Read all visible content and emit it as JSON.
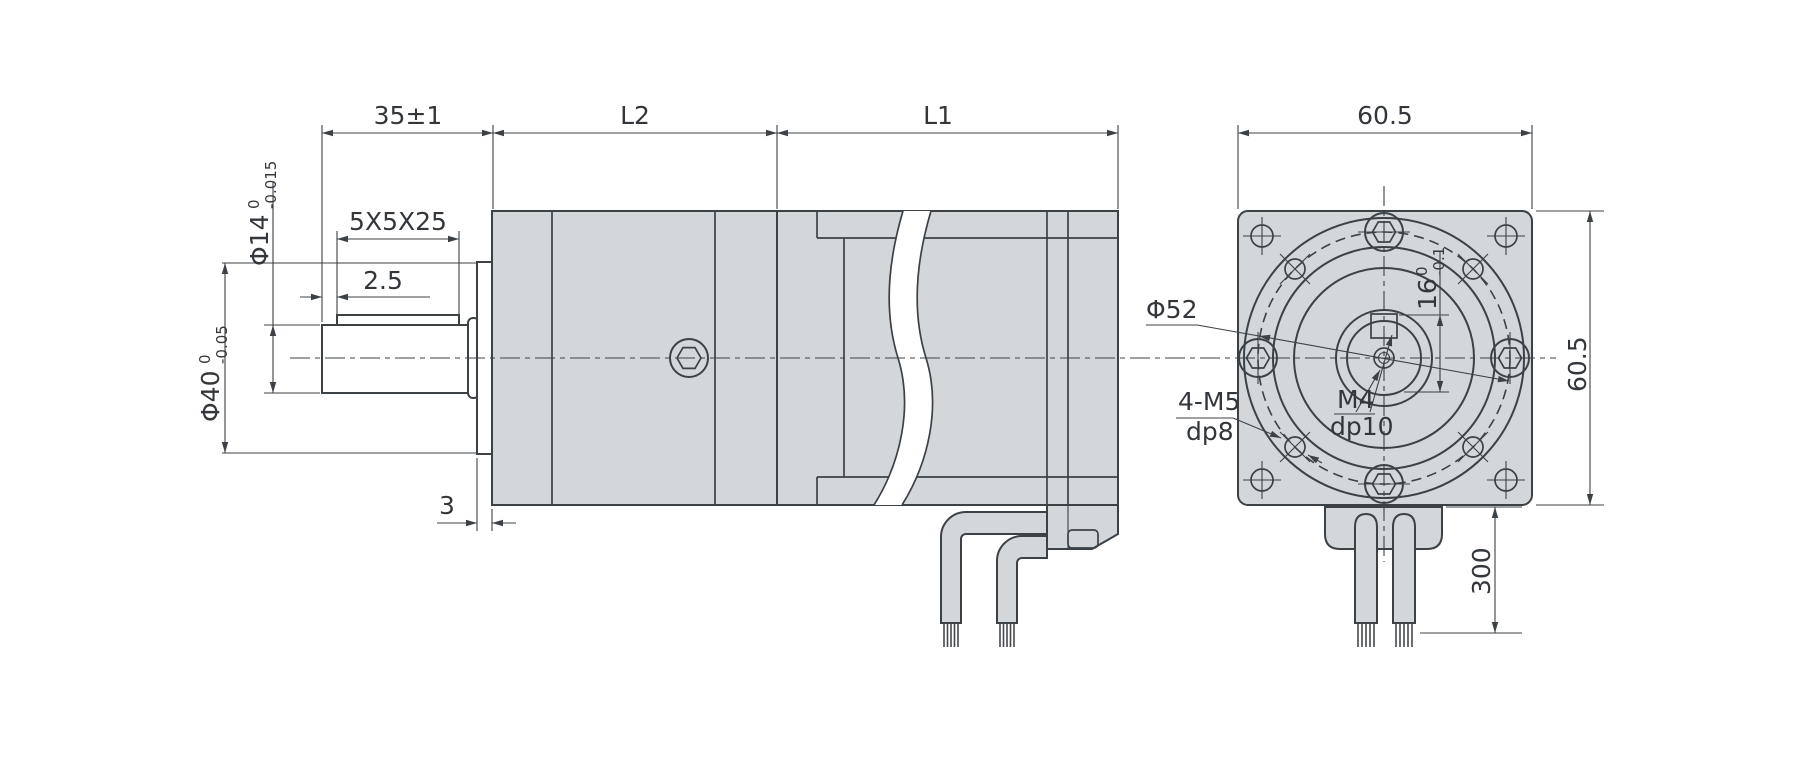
{
  "drawing": {
    "title": "gearmotor-dimension-drawing",
    "colors": {
      "body_fill": "#d4d7d9",
      "line": "#3c4146",
      "background": "#ffffff"
    },
    "side_view": {
      "dims": {
        "shaft_length": "35±1",
        "gearbox_length_label": "L2",
        "motor_length_label": "L1",
        "key_spec": "5X5X25",
        "key_setback": "2.5",
        "pilot_thickness": "3",
        "shaft_diameter": {
          "main": "Φ14",
          "upper": "0",
          "lower": "-0.015"
        },
        "pilot_diameter": {
          "main": "Φ40",
          "upper": "0",
          "lower": "-0.05"
        }
      }
    },
    "front_view": {
      "dims": {
        "flange_width": "60.5",
        "flange_height": "60.5",
        "bolt_circle_diameter": "Φ52",
        "mount_thread_line1": "4-M5",
        "mount_thread_line2": "dp8",
        "shaft_tap_line1": "M4",
        "shaft_tap_line2": "dp10",
        "shaft_section_height": {
          "main": "16",
          "upper": "0",
          "lower": "-0.1"
        },
        "cable_length": "300"
      }
    }
  }
}
